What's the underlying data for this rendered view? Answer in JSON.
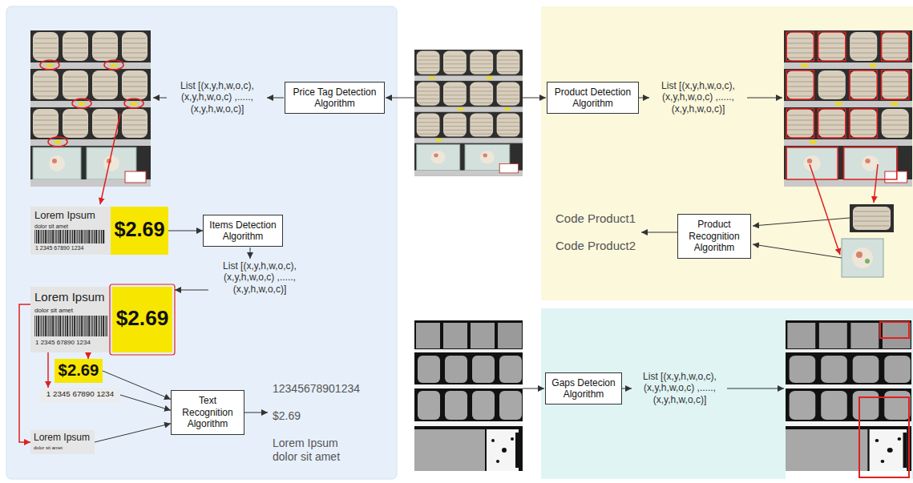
{
  "diagram": {
    "nodes": [
      {
        "text": [
          "Lorem Ipsum",
          "dolor sit amet",
          "1 2345 67890 1234",
          "$2.69"
        ]
      },
      {
        "text": [
          "Price Tag Detection Algorithm"
        ]
      },
      {
        "text": [
          "Product Detection Algorithm"
        ]
      },
      {
        "text": [
          "Items Detection Algorithm"
        ]
      },
      {
        "text": [
          "Product Recognition Algorithm"
        ]
      },
      {
        "text": [
          "Lorem Ipsum",
          "dolor sit amet",
          "1 2345 67890 1234",
          "$2.69"
        ]
      },
      {
        "text": [
          "$2.69"
        ]
      },
      {
        "text": [
          "Gaps Detecion Algorithm"
        ]
      },
      {
        "text": [
          "1 2345 67890 1234"
        ]
      },
      {
        "text": [
          "Text Recognition Algorithm"
        ]
      },
      {
        "text": [
          "Lorem Ipsum",
          "dolor sit amet"
        ]
      }
    ],
    "edges": [
      {
        "from": 0,
        "to": 3,
        "arrow": "to"
      },
      {
        "from": 5,
        "to": 6,
        "arrow": "to"
      },
      {
        "from": 5,
        "to": 8,
        "arrow": "to"
      },
      {
        "from": 5,
        "to": 10,
        "arrow": "to"
      },
      {
        "from": 6,
        "to": 9,
        "arrow": "to"
      },
      {
        "from": 8,
        "to": 9,
        "arrow": "to"
      },
      {
        "from": 10,
        "to": 9,
        "arrow": "to"
      }
    ],
    "labels": [
      "List [(x,y,h,w,o,c), (x,y,h,w,o,c) ,....., (x,y,h,w,o,c)]",
      "List [(x,y,h,w,o,c), (x,y,h,w,o,c) ,....., (x,y,h,w,o,c)]",
      "List [(x,y,h,w,o,c), (x,y,h,w,o,c) ,....., (x,y,h,w,o,c)]",
      "List [(x,y,h,w,o,c), (x,y,h,w,o,c) ,....., (x,y,h,w,o,c)]",
      "12345678901234",
      "$2.69",
      "Lorem Ipsum dolor sit amet",
      "Code Product1",
      "Code Product2"
    ]
  }
}
